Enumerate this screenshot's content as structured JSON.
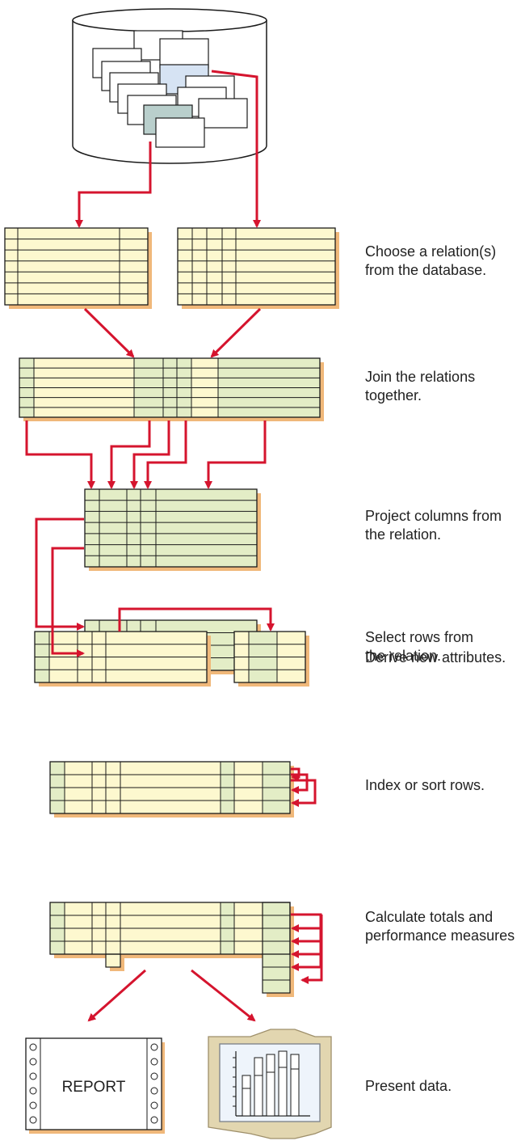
{
  "colors": {
    "arrow": "#d5142e",
    "table_yellow": "#fdf8cf",
    "table_green": "#e3edc6",
    "table_shadow": "#f0b87a",
    "record_blue": "#d6e3f3",
    "record_teal": "#b9cfcc",
    "outline": "#1a1a1a",
    "text": "#222222"
  },
  "steps": [
    {
      "id": "choose",
      "label_lines": [
        "Choose a relation(s)",
        "from the database."
      ]
    },
    {
      "id": "join",
      "label_lines": [
        "Join the relations",
        "together."
      ]
    },
    {
      "id": "project",
      "label_lines": [
        "Project columns from",
        "the relation."
      ]
    },
    {
      "id": "select",
      "label_lines": [
        "Select rows from",
        "the relation."
      ]
    },
    {
      "id": "derive",
      "label_lines": [
        "Derive new attributes."
      ]
    },
    {
      "id": "index",
      "label_lines": [
        "Index or sort rows."
      ]
    },
    {
      "id": "calculate",
      "label_lines": [
        "Calculate totals and",
        "performance measures"
      ]
    },
    {
      "id": "present",
      "label_lines": [
        "Present data."
      ]
    }
  ],
  "report": {
    "label": "REPORT"
  },
  "icons": {
    "database": "database-cylinder-icon",
    "report": "report-printout-icon",
    "monitor": "bar-chart-monitor-icon"
  }
}
